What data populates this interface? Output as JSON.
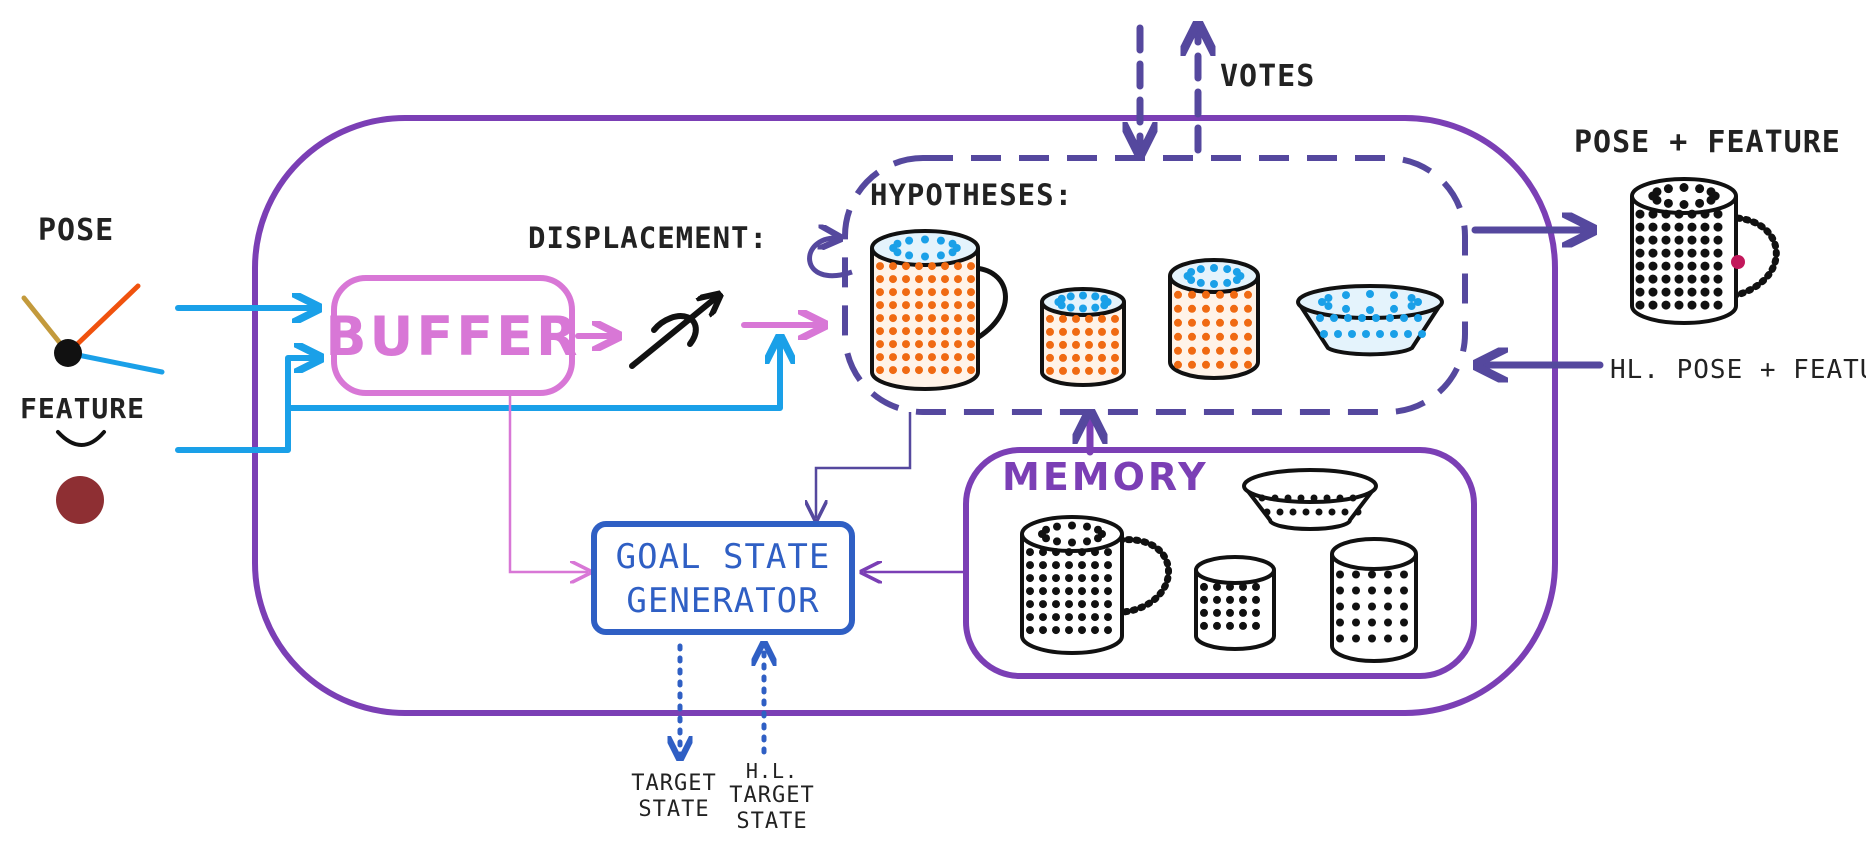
{
  "labels": {
    "pose": "POSE",
    "feature": "FEATURE",
    "displacement": "DISPLACEMENT:",
    "buffer": "BUFFER",
    "hypotheses": "HYPOTHESES:",
    "votes": "VOTES",
    "pose_feature_out": "POSE + FEATURE",
    "hl_pose_feature": "HL. POSE + FEATURE",
    "memory": "MEMORY",
    "goal_line1": "GOAL STATE",
    "goal_line2": "GENERATOR",
    "target_line1": "TARGET",
    "target_line2": "STATE",
    "hl_target_line1": "H.L.",
    "hl_target_line2": "TARGET",
    "hl_target_line3": "STATE"
  },
  "icons": {
    "pose": "pose-axes-icon",
    "feature_curve": "curvature-icon",
    "feature_color": "color-dot-icon",
    "displacement": "displacement-icon",
    "loop": "loop-arrow-icon"
  },
  "colors": {
    "module_border": "#7b3fb5",
    "buffer": "#d877d6",
    "input_arrow": "#1aa0e8",
    "goal": "#2f5fc4",
    "hypotheses_border": "#55489e",
    "memory": "#7b3fb5",
    "hyp_blue": "#1aa0e8",
    "hyp_orange": "#f06a12",
    "feature_dot": "#8e2f33",
    "ink": "#111111"
  }
}
